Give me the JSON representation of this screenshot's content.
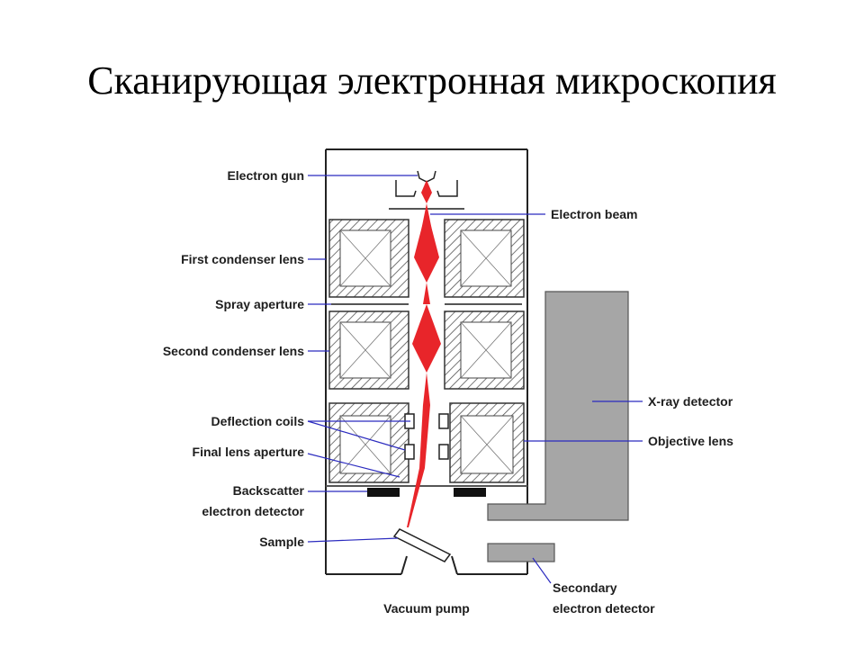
{
  "title": "Сканирующая электронная микроскопия",
  "labels": {
    "electron_gun": "Electron gun",
    "electron_beam": "Electron beam",
    "first_condenser_lens": "First condenser lens",
    "spray_aperture": "Spray aperture",
    "second_condenser_lens": "Second condenser lens",
    "x_ray_detector": "X-ray detector",
    "deflection_coils": "Deflection coils",
    "objective_lens": "Objective lens",
    "final_lens_aperture": "Final lens aperture",
    "backscatter_line1": "Backscatter",
    "backscatter_line2": "electron detector",
    "sample": "Sample",
    "vacuum_pump": "Vacuum pump",
    "secondary_line1": "Secondary",
    "secondary_line2": "electron detector"
  },
  "colors": {
    "beam": "#e8252a",
    "leader_lines": "#2b2bbf",
    "detector_grey": "#a6a6a6"
  }
}
